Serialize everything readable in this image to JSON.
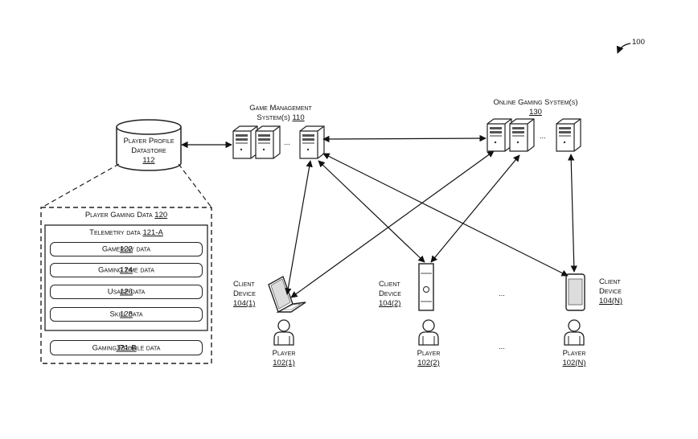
{
  "figure": {
    "ref": "100"
  },
  "datastore": {
    "line1": "Player Profile",
    "line2": "Datastore",
    "ref": "112"
  },
  "gms": {
    "line1": "Game Management",
    "line2": "System(s)",
    "ref": "110"
  },
  "ogs": {
    "line1": "Online Gaming System(s)",
    "ref": "130"
  },
  "data_panel": {
    "title": "Player Gaming Data",
    "title_ref": "120",
    "telemetry": "Telemetry data",
    "telemetry_ref": "121-A",
    "items": [
      {
        "label": "Gameplay data",
        "ref": "122"
      },
      {
        "label": "Gaming time data",
        "ref": "124"
      },
      {
        "label": "Usage data",
        "ref": "126"
      },
      {
        "label": "Skill data",
        "ref": "128"
      }
    ],
    "profile": "Gaming Profile data",
    "profile_ref": "121-B"
  },
  "clients": [
    {
      "line1": "Client",
      "line2": "Device",
      "ref": "104(1)"
    },
    {
      "line1": "Client",
      "line2": "Device",
      "ref": "104(2)"
    },
    {
      "line1": "Client",
      "line2": "Device",
      "ref": "104(N)"
    }
  ],
  "players": [
    {
      "label": "Player",
      "ref": "102(1)"
    },
    {
      "label": "Player",
      "ref": "102(2)"
    },
    {
      "label": "Player",
      "ref": "102(N)"
    }
  ],
  "ellipsis": "..."
}
